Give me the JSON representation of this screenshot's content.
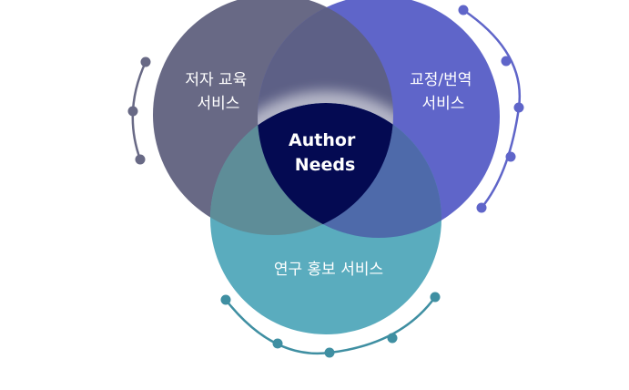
{
  "diagram": {
    "type": "venn",
    "center_label": [
      "Author",
      "Needs"
    ],
    "circles": [
      {
        "id": "author-education",
        "label": [
          "저자 교육",
          "서비스"
        ],
        "color": "#686985"
      },
      {
        "id": "proofreading-translation",
        "label": [
          "교정/번역",
          "서비스"
        ],
        "color": "#5f65c9"
      },
      {
        "id": "research-promotion",
        "label": [
          "연구 홍보 서비스"
        ],
        "color": "#5aacbe"
      }
    ],
    "colors": {
      "center": "#040a52",
      "overlap_left_right": "#5d6086",
      "overlap_left_bottom": "#5e8d98",
      "overlap_right_bottom": "#4e6aaa",
      "left_arc": "#686985",
      "right_arc": "#5f65c9",
      "bottom_arc": "#3f8fa2"
    }
  }
}
